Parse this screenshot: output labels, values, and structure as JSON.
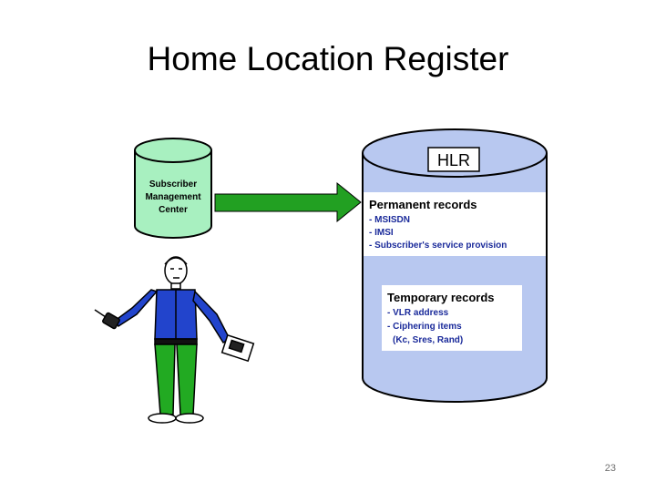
{
  "slide": {
    "title": "Home Location Register",
    "page_number": "23"
  },
  "smc": {
    "lines": [
      "Subscriber",
      "Management",
      "Center"
    ],
    "color": "#a8f0c0"
  },
  "hlr": {
    "label": "HLR",
    "color": "#b8c8f0",
    "permanent": {
      "heading": "Permanent records",
      "items": [
        "- MSISDN",
        "- IMSI",
        "- Subscriber's service provision"
      ]
    },
    "temporary": {
      "heading": "Temporary records",
      "items": [
        "- VLR address",
        "- Ciphering items",
        "(Kc, Sres, Rand)"
      ]
    }
  },
  "colors": {
    "arrow": "#22a022",
    "text_blue": "#1a2a9a",
    "person_shirt": "#2244cc",
    "person_pants": "#22aa22"
  }
}
